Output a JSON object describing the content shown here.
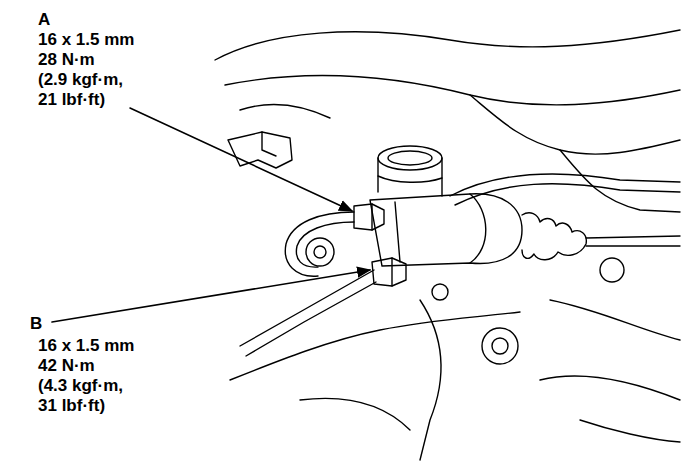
{
  "diagram": {
    "labels": [
      "A",
      "16 x 1.5 mm",
      "28 N·m",
      "(2.9 kgf·m, 21 lbf·ft)",
      "B",
      "16 x 1.5 mm",
      "42 N·m",
      "(4.3 kgf·m, 31 lbf·ft)"
    ]
  }
}
